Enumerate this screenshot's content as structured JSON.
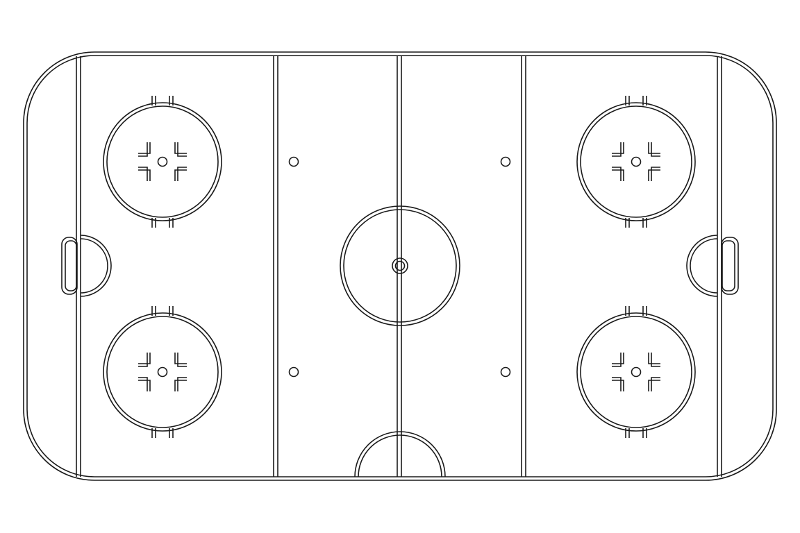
{
  "diagram": {
    "kind": "ice-hockey-rink-line-drawing",
    "colors": {
      "line": "#1a1a1a",
      "ice": "#ffffff",
      "background": "#ffffff"
    },
    "faceoff_circle_count": 5,
    "neutral_zone_dot_count": 4,
    "goal_crease_count": 2
  }
}
